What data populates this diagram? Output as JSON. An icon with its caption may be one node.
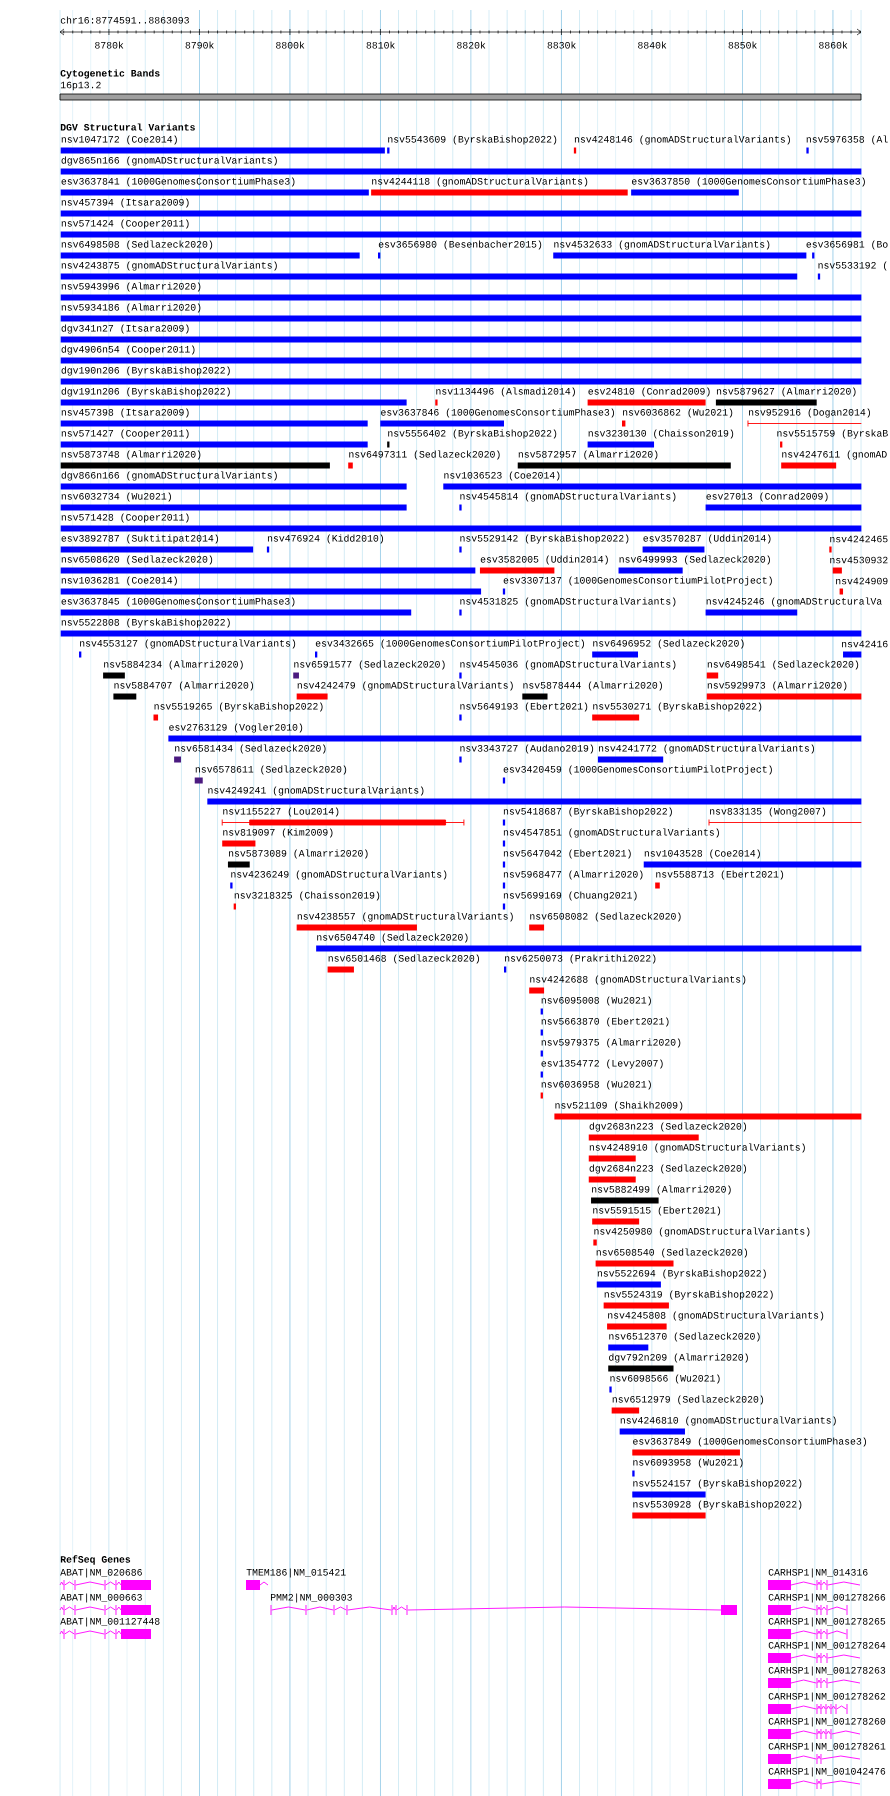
{
  "diagram": {
    "labels": [
      "chr16:8774591..8863093",
      "8780k",
      "8790k",
      "8800k",
      "8810k",
      "8820k",
      "8830k",
      "8840k",
      "8850k",
      "8860k",
      "Cytogenetic Bands",
      "16p13.2",
      "DGV Structural Variants",
      "nsv1047172 (Coe2014)",
      "nsv5543609 (ByrskaBishop2022)",
      "nsv4248146 (gnomADStructuralVariants)",
      "nsv5976358 (Al",
      "dgv865n166 (gnomADStructuralVariants)",
      "esv3637841 (1000GenomesConsortiumPhase3)",
      "nsv4244118 (gnomADStructuralVariants)",
      "esv3637850 (1000GenomesConsortiumPhase3)",
      "nsv457394 (Itsara2009)",
      "nsv571424 (Cooper2011)",
      "nsv6498508 (Sedlazeck2020)",
      "esv3656980 (Besenbacher2015)",
      "nsv4532633 (gnomADStructuralVariants)",
      "esv3656981 (Bo",
      "nsv4243875 (gnomADStructuralVariants)",
      "nsv5533192 (",
      "nsv5943996 (Almarri2020)",
      "nsv5934186 (Almarri2020)",
      "dgv341n27 (Itsara2009)",
      "dgv4906n54 (Cooper2011)",
      "dgv190n206 (ByrskaBishop2022)",
      "dgv191n206 (ByrskaBishop2022)",
      "nsv1134496 (Alsmadi2014)",
      "esv24810 (Conrad2009)",
      "nsv5879627 (Almarri2020)",
      "nsv457398 (Itsara2009)",
      "esv3637846 (1000GenomesConsortiumPhase3)",
      "nsv6036862 (Wu2021)",
      "nsv952916 (Dogan2014)",
      "nsv571427 (Cooper2011)",
      "nsv5556402 (ByrskaBishop2022)",
      "nsv3230130 (Chaisson2019)",
      "nsv5515759 (ByrskaB",
      "nsv5873748 (Almarri2020)",
      "nsv6497311 (Sedlazeck2020)",
      "nsv5872957 (Almarri2020)",
      "nsv4247611 (gnomAD",
      "dgv866n166 (gnomADStructuralVariants)",
      "nsv1036523 (Coe2014)",
      "nsv6032734 (Wu2021)",
      "nsv4545814 (gnomADStructuralVariants)",
      "esv27013 (Conrad2009)",
      "nsv571428 (Cooper2011)",
      "esv3892787 (Suktitipat2014)",
      "nsv476924 (Kidd2010)",
      "nsv5529142 (ByrskaBishop2022)",
      "esv3570287 (Uddin2014)",
      "nsv4242465",
      "nsv6508620 (Sedlazeck2020)",
      "esv3582005 (Uddin2014)",
      "nsv6499993 (Sedlazeck2020)",
      "nsv4530932",
      "nsv1036281 (Coe2014)",
      "esv3307137 (1000GenomesConsortiumPilotProject)",
      "nsv424909",
      "esv3637845 (1000GenomesConsortiumPhase3)",
      "nsv4531825 (gnomADStructuralVariants)",
      "nsv4245246 (gnomADStructuralVa",
      "nsv5522808 (ByrskaBishop2022)",
      "nsv4553127 (gnomADStructuralVariants)",
      "esv3432665 (1000GenomesConsortiumPilotProject)",
      "nsv6496952 (Sedlazeck2020)",
      "nsv42416",
      "nsv5884234 (Almarri2020)",
      "nsv6591577 (Sedlazeck2020)",
      "nsv4545036 (gnomADStructuralVariants)",
      "nsv6498541 (Sedlazeck2020)",
      "nsv5884707 (Almarri2020)",
      "nsv4242479 (gnomADStructuralVariants)",
      "nsv5878444 (Almarri2020)",
      "nsv5929973 (Almarri2020)",
      "nsv5519265 (ByrskaBishop2022)",
      "nsv5649193 (Ebert2021)",
      "nsv5530271 (ByrskaBishop2022)",
      "esv2763129 (Vogler2010)",
      "nsv6581434 (Sedlazeck2020)",
      "nsv3343727 (Audano2019)",
      "nsv4241772 (gnomADStructuralVariants)",
      "nsv6578611 (Sedlazeck2020)",
      "esv3420459 (1000GenomesConsortiumPilotProject)",
      "nsv4249241 (gnomADStructuralVariants)",
      "nsv1155227 (Lou2014)",
      "nsv5418687 (ByrskaBishop2022)",
      "nsv833135 (Wong2007)",
      "nsv819097 (Kim2009)",
      "nsv4547851 (gnomADStructuralVariants)",
      "nsv5873089 (Almarri2020)",
      "nsv5647042 (Ebert2021)",
      "nsv1043528 (Coe2014)",
      "nsv4236249 (gnomADStructuralVariants)",
      "nsv5968477 (Almarri2020)",
      "nsv5588713 (Ebert2021)",
      "nsv3218325 (Chaisson2019)",
      "nsv5699169 (Chuang2021)",
      "nsv4238557 (gnomADStructuralVariants)",
      "nsv6508082 (Sedlazeck2020)",
      "nsv6504740 (Sedlazeck2020)",
      "nsv6501468 (Sedlazeck2020)",
      "nsv6250073 (Prakrithi2022)",
      "nsv4242688 (gnomADStructuralVariants)",
      "nsv6095008 (Wu2021)",
      "nsv5663870 (Ebert2021)",
      "nsv5979375 (Almarri2020)",
      "esv1354772 (Levy2007)",
      "nsv6036958 (Wu2021)",
      "nsv521109 (Shaikh2009)",
      "dgv2683n223 (Sedlazeck2020)",
      "nsv4248910 (gnomADStructuralVariants)",
      "dgv2684n223 (Sedlazeck2020)",
      "nsv5882499 (Almarri2020)",
      "nsv5591515 (Ebert2021)",
      "nsv4250980 (gnomADStructuralVariants)",
      "nsv6508540 (Sedlazeck2020)",
      "nsv5522694 (ByrskaBishop2022)",
      "nsv5524319 (ByrskaBishop2022)",
      "nsv4245808 (gnomADStructuralVariants)",
      "nsv6512370 (Sedlazeck2020)",
      "dgv792n209 (Almarri2020)",
      "nsv6098566 (Wu2021)",
      "nsv6512979 (Sedlazeck2020)",
      "nsv4246810 (gnomADStructuralVariants)",
      "esv3637849 (1000GenomesConsortiumPhase3)",
      "nsv6093958 (Wu2021)",
      "nsv5524157 (ByrskaBishop2022)",
      "nsv5530928 (ByrskaBishop2022)",
      "RefSeq Genes",
      "ABAT|NM_020686",
      "TMEM186|NM_015421",
      "CARHSP1|NM_014316",
      "ABAT|NM_000663",
      "PMM2|NM_000303",
      "CARHSP1|NM_001278266",
      "ABAT|NM_001127448",
      "CARHSP1|NM_001278265",
      "CARHSP1|NM_001278264",
      "CARHSP1|NM_001278263",
      "CARHSP1|NM_001278262",
      "CARHSP1|NM_001278260",
      "CARHSP1|NM_001278261",
      "CARHSP1|NM_001042476"
    ]
  }
}
